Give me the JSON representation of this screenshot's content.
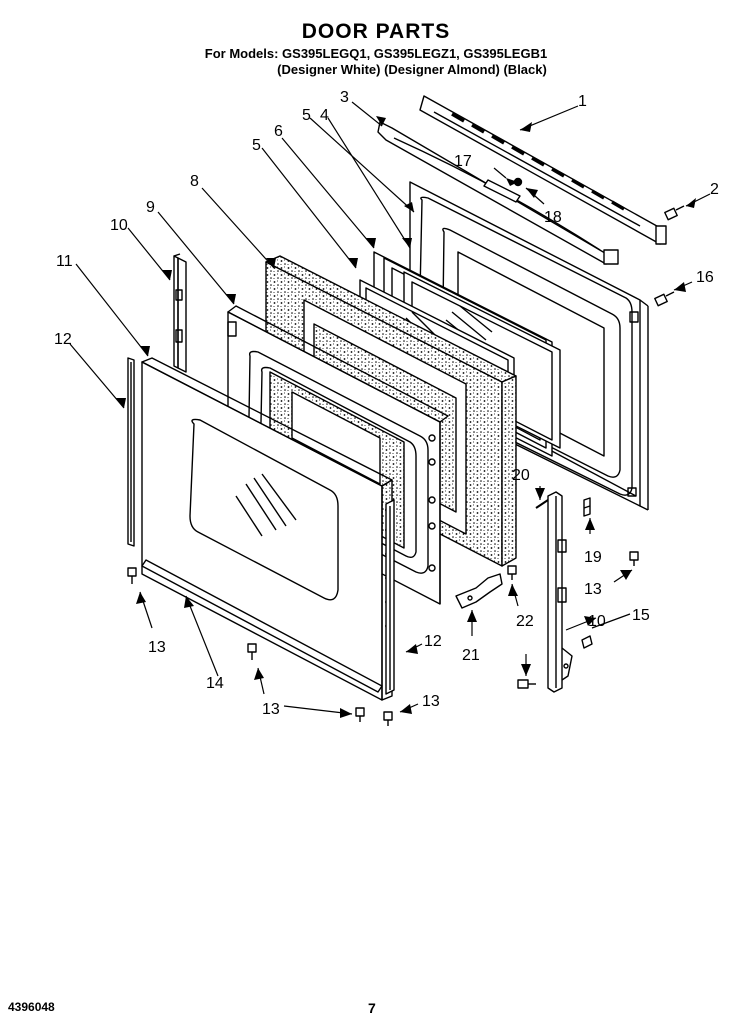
{
  "header": {
    "title": "DOOR PARTS",
    "models_line": "For Models: GS395LEGQ1, GS395LEGZ1, GS395LEGB1",
    "variants_line": "(Designer White)  (Designer Almond)  (Black)"
  },
  "callouts": {
    "c1": "1",
    "c2": "2",
    "c3": "3",
    "c4": "4",
    "c5a": "5",
    "c5b": "5",
    "c6": "6",
    "c8": "8",
    "c9": "9",
    "c10a": "10",
    "c10b": "10",
    "c11": "11",
    "c12a": "12",
    "c12b": "12",
    "c13a": "13",
    "c13b": "13",
    "c13c": "13",
    "c13d": "13",
    "c14": "14",
    "c15": "15",
    "c16": "16",
    "c17": "17",
    "c18": "18",
    "c19": "19",
    "c20": "20",
    "c21": "21",
    "c22": "22"
  },
  "footer": {
    "doc_number": "4396048",
    "page_number": "7"
  }
}
